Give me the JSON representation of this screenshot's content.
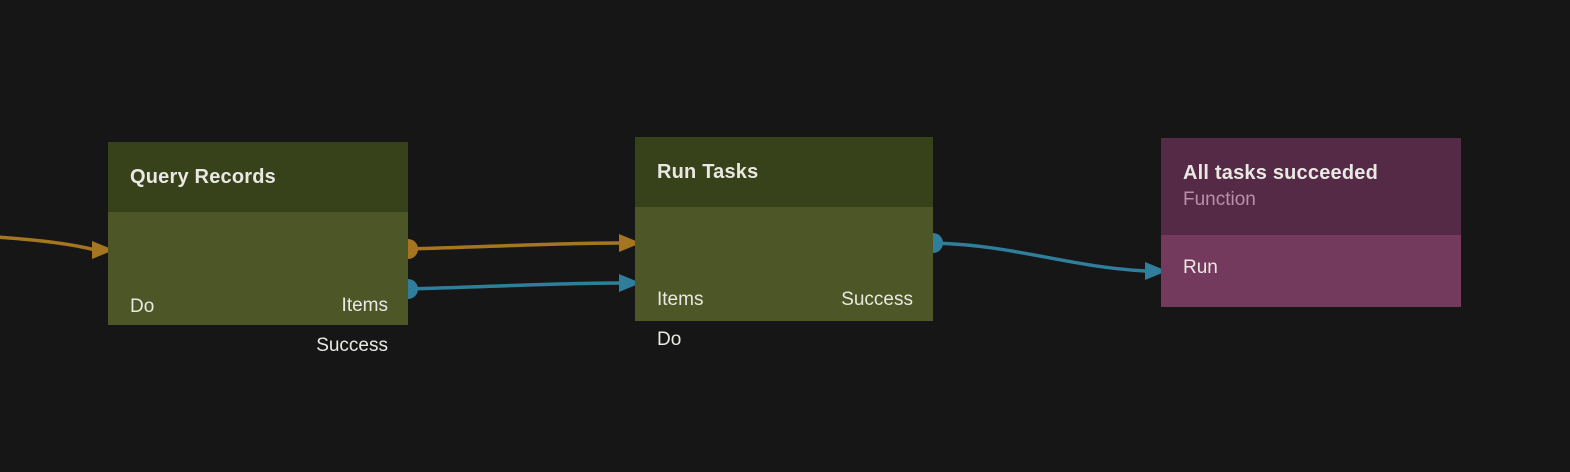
{
  "canvas": {
    "background_color": "#161616",
    "wire_colors": {
      "flow": "#a5761f",
      "success": "#2f7e9b"
    }
  },
  "nodes": [
    {
      "id": "query-records",
      "title": "Query Records",
      "header_color": "#37411a",
      "body_color": "#4c5626",
      "inputs": [
        {
          "label": "Do",
          "color": "#a5761f"
        }
      ],
      "outputs": [
        {
          "label": "Items",
          "color": "#a5761f"
        },
        {
          "label": "Success",
          "color": "#2f7e9b"
        }
      ]
    },
    {
      "id": "run-tasks",
      "title": "Run Tasks",
      "header_color": "#37411a",
      "body_color": "#4c5626",
      "inputs": [
        {
          "label": "Items",
          "color": "#a5761f"
        },
        {
          "label": "Do",
          "color": "#2f7e9b"
        }
      ],
      "outputs": [
        {
          "label": "Success",
          "color": "#2f7e9b"
        }
      ]
    },
    {
      "id": "all-tasks-succeeded",
      "title": "All tasks succeeded",
      "subtitle": "Function",
      "header_color": "#552a47",
      "body_color": "#743a5e",
      "inputs": [
        {
          "label": "Run",
          "color": "#2f7e9b"
        }
      ],
      "outputs": []
    }
  ],
  "wires": [
    {
      "from": "offscreen-left",
      "to": "query-records.Do",
      "color": "#a5761f"
    },
    {
      "from": "query-records.Items",
      "to": "run-tasks.Items",
      "color": "#a5761f"
    },
    {
      "from": "query-records.Success",
      "to": "run-tasks.Do",
      "color": "#2f7e9b"
    },
    {
      "from": "run-tasks.Success",
      "to": "all-tasks-succeeded.Run",
      "color": "#2f7e9b"
    }
  ]
}
